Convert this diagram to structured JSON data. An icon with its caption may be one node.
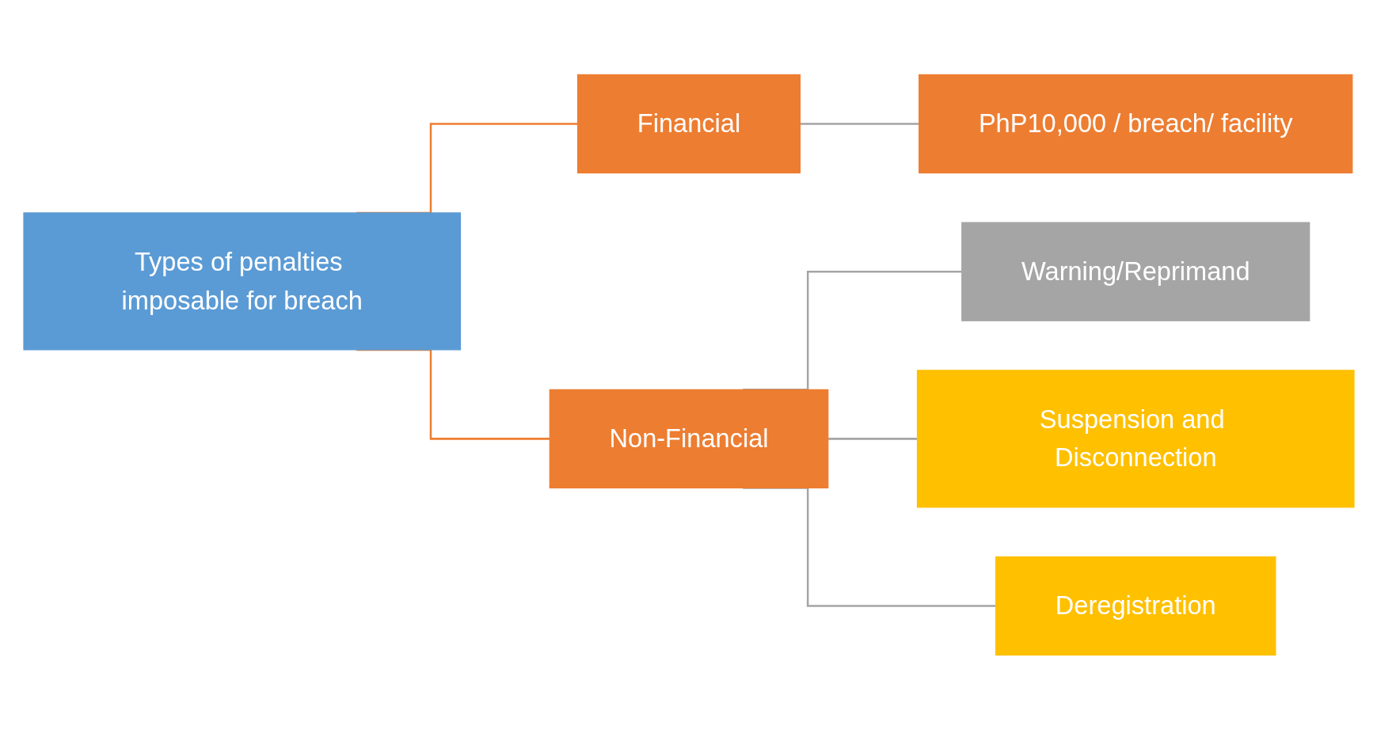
{
  "diagram": {
    "nodes": [
      {
        "text": [
          "Types of penalties imposable for breach"
        ]
      },
      {
        "text": [
          "Financial"
        ]
      },
      {
        "text": [
          "PhP10,000 / breach/ facility"
        ]
      },
      {
        "text": [
          "Non-Financial"
        ]
      },
      {
        "text": [
          "Warning/Reprimand"
        ]
      },
      {
        "text": [
          "Suspension and Disconnection"
        ]
      },
      {
        "text": [
          "Deregistration"
        ]
      }
    ],
    "edges": [
      {
        "from": 0,
        "to": 1,
        "arrow": "none",
        "color": "#ed7d31"
      },
      {
        "from": 0,
        "to": 3,
        "arrow": "none",
        "color": "#ed7d31"
      },
      {
        "from": 1,
        "to": 2,
        "arrow": "none"
      },
      {
        "from": 3,
        "to": 4,
        "arrow": "none"
      },
      {
        "from": 3,
        "to": 5,
        "arrow": "none"
      },
      {
        "from": 3,
        "to": 6,
        "arrow": "none"
      }
    ]
  }
}
